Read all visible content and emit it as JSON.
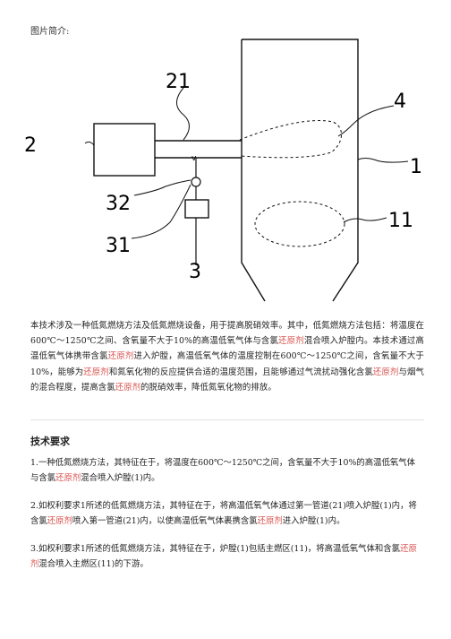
{
  "intro_label": "图片简介:",
  "figure": {
    "labels": {
      "l21": "21",
      "l4": "4",
      "l2": "2",
      "l1": "1",
      "l32": "32",
      "l11": "11",
      "l31": "31",
      "l3": "3"
    }
  },
  "abstract": [
    {
      "t": "本技术涉及一种低氮燃烧方法及低氮燃烧设备，用于提高脱硝效率。其中，低氮燃烧方法包括：将温度在600℃～1250℃之间、含氧量不大于10%的高温低氧气体与含氯"
    },
    {
      "t": "还原剂",
      "hl": true
    },
    {
      "t": "混合喷入炉膛内。本技术通过高温低氧气体携带含氯"
    },
    {
      "t": "还原剂",
      "hl": true
    },
    {
      "t": "进入炉膛，高温低氧气体的温度控制在600℃～1250℃之间，含氧量不大于10%，能够为"
    },
    {
      "t": "还原剂",
      "hl": true
    },
    {
      "t": "和氮氧化物的反应提供合适的温度范围，且能够通过气流扰动强化含氯"
    },
    {
      "t": "还原剂",
      "hl": true
    },
    {
      "t": "与烟气的混合程度，提高含氯"
    },
    {
      "t": "还原剂",
      "hl": true
    },
    {
      "t": "的脱硝效率，降低氮氧化物的排放。"
    }
  ],
  "claims_title": "技术要求",
  "claims": [
    [
      {
        "t": "1.一种低氮燃烧方法，其特征在于，将温度在600℃～1250℃之间，含氧量不大于10%的高温低氧气体与含氯"
      },
      {
        "t": "还原剂",
        "hl": true
      },
      {
        "t": "混合喷入炉膛(1)内。"
      }
    ],
    [
      {
        "t": "2.如权利要求1所述的低氮燃烧方法，其特征在于，将高温低氧气体通过第一管道(21)喷入炉膛(1)内，将含氯"
      },
      {
        "t": "还原剂",
        "hl": true
      },
      {
        "t": "喷入第一管道(21)内，以使高温低氧气体裹携含氯"
      },
      {
        "t": "还原剂",
        "hl": true
      },
      {
        "t": "进入炉膛(1)内。"
      }
    ],
    [
      {
        "t": "3.如权利要求1所述的低氮燃烧方法，其特征在于，炉膛(1)包括主燃区(11)，将高温低氧气体和含氯"
      },
      {
        "t": "还原剂",
        "hl": true
      },
      {
        "t": "混合喷入主燃区(11)的下游。"
      }
    ]
  ]
}
